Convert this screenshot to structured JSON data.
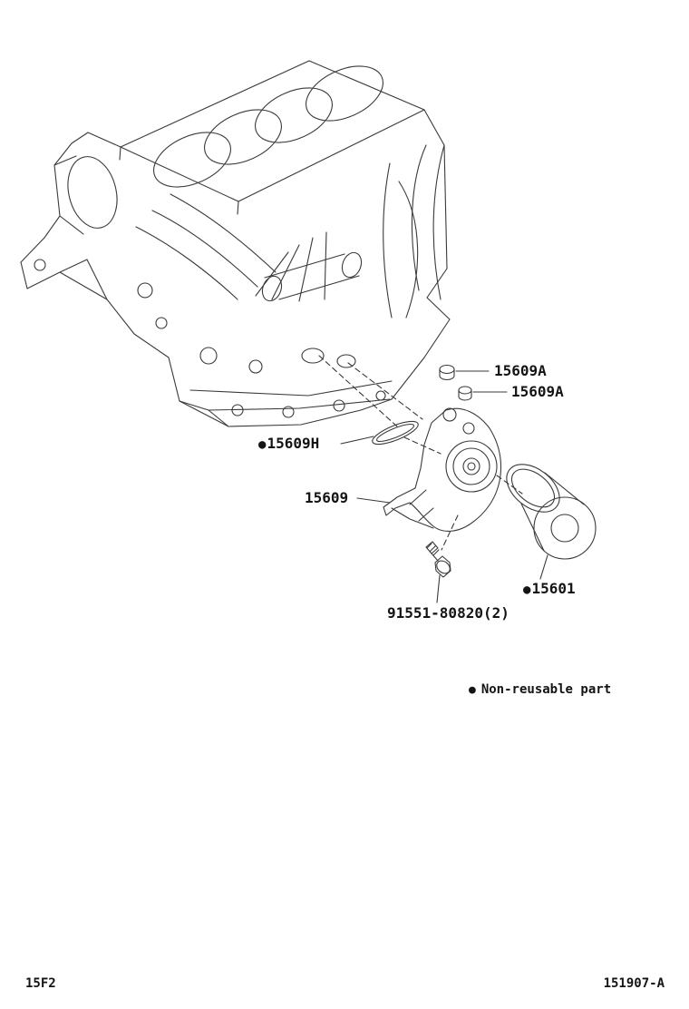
{
  "callouts": {
    "plug_upper": {
      "text": "15609A"
    },
    "plug_lower": {
      "text": "15609A"
    },
    "gasket": {
      "bullet": "●",
      "text": "15609H"
    },
    "bracket": {
      "text": "15609"
    },
    "bolts": {
      "text": "91551-80820(2)"
    },
    "filter": {
      "bullet": "●",
      "text": "15601"
    }
  },
  "legend": {
    "bullet": "●",
    "text": "Non-reusable part"
  },
  "footer": {
    "left": "15F2",
    "right": "151907-A"
  },
  "colors": {
    "line": "#3a3a3a",
    "text": "#141414",
    "background": "#ffffff"
  }
}
